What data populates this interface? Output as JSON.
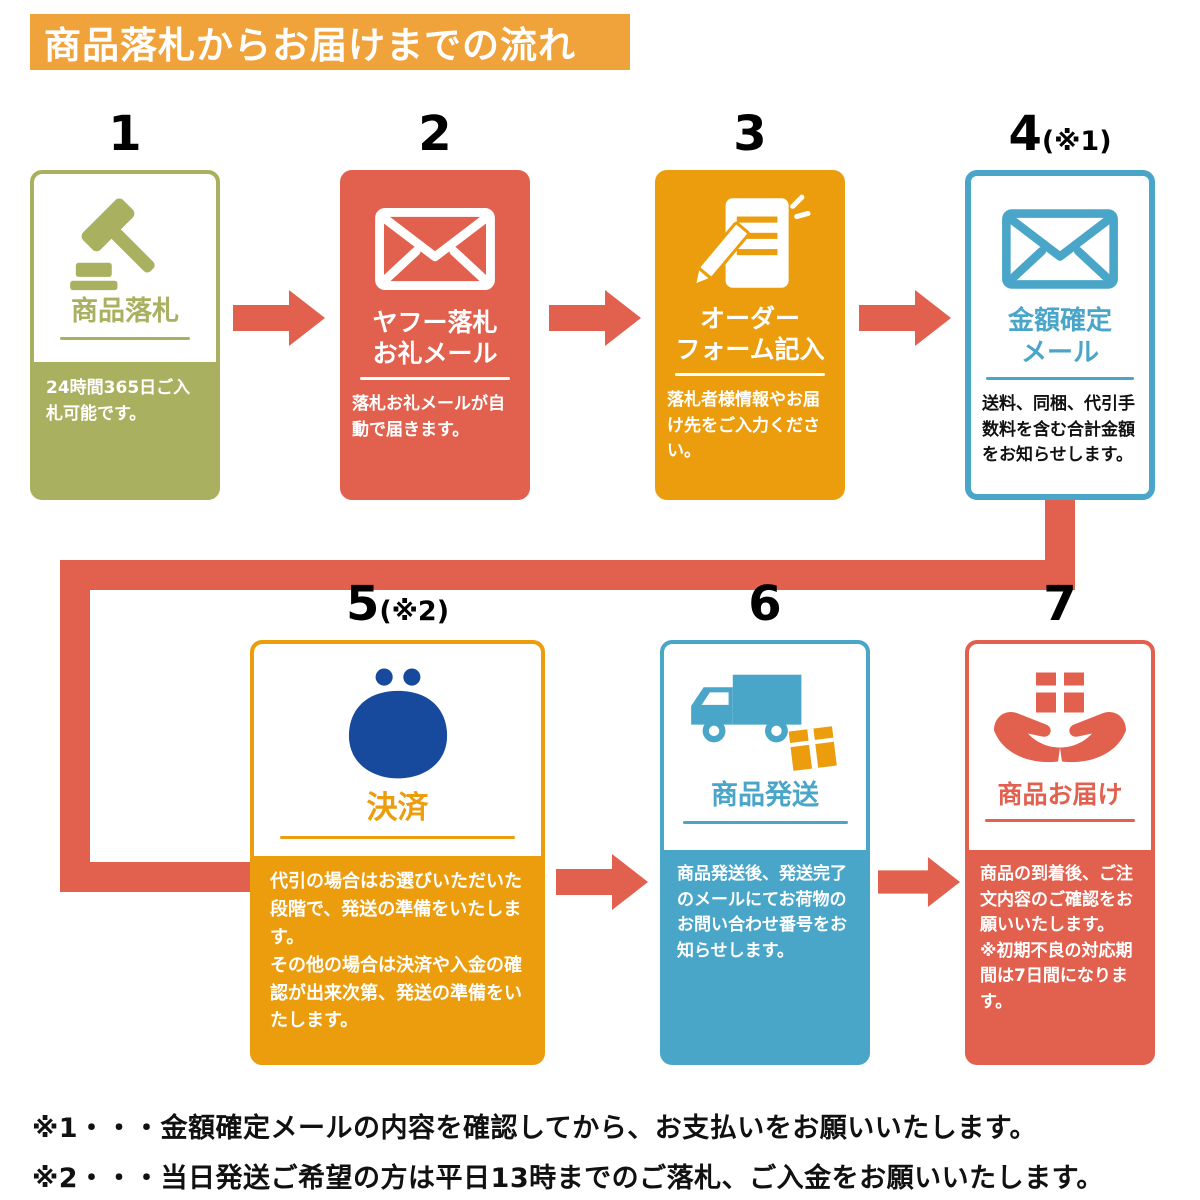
{
  "header": {
    "title": "商品落札からお届けまでの流れ"
  },
  "steps": [
    {
      "number": "1",
      "note": "",
      "title": "商品落札",
      "description": "24時間365日ご入札可能です。",
      "icon": "gavel-icon",
      "color": "#A9B05F"
    },
    {
      "number": "2",
      "note": "",
      "title": "ヤフー落札\nお礼メール",
      "description": "落札お礼メールが自動で届きます。",
      "icon": "mail-icon",
      "color": "#E2604E"
    },
    {
      "number": "3",
      "note": "",
      "title": "オーダー\nフォーム記入",
      "description": "落札者様情報やお届け先をご入力ください。",
      "icon": "order-form-icon",
      "color": "#EC9D0D"
    },
    {
      "number": "4",
      "note": "(※1)",
      "title": "金額確定\nメール",
      "description": "送料、同梱、代引手数料を含む合計金額をお知らせします。",
      "icon": "mail-icon",
      "color": "#4AA6C9"
    },
    {
      "number": "5",
      "note": "(※2)",
      "title": "決済",
      "description": "代引の場合はお選びいただいた段階で、発送の準備をいたします。\nその他の場合は決済や入金の確認が出来次第、発送の準備をいたします。",
      "icon": "coin-purse-icon",
      "color": "#EC9D0D"
    },
    {
      "number": "6",
      "note": "",
      "title": "商品発送",
      "description": "商品発送後、発送完了のメールにてお荷物のお問い合わせ番号をお知らせします。",
      "icon": "truck-icon",
      "color": "#4AA6C9"
    },
    {
      "number": "7",
      "note": "",
      "title": "商品お届け",
      "description": "商品の到着後、ご注文内容のご確認をお願いいたします。\n※初期不良の対応期間は7日間になります。",
      "icon": "hands-package-icon",
      "color": "#E2604E"
    }
  ],
  "notes": [
    "※1・・・金額確定メールの内容を確認してから、お支払いをお願いいたします。",
    "※2・・・当日発送ご希望の方は平日13時までのご落札、ご入金をお願いいたします。"
  ],
  "colors": {
    "header_bg": "#F1A33B",
    "olive": "#A9B05F",
    "red": "#E2604E",
    "orange": "#EC9D0D",
    "blue": "#4AA6C9",
    "navy": "#17499D",
    "arrow": "#E2604E",
    "text": "#111111"
  }
}
